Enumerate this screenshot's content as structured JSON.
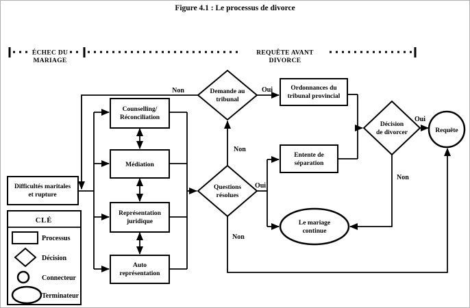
{
  "figure": {
    "title": "Figure 4.1 : Le processus de divorce"
  },
  "phases": {
    "echec": {
      "line1": "ÉCHEC DU",
      "line2": "MARIAGE"
    },
    "requete": {
      "line1": "REQUÊTE AVANT",
      "line2": "DIVORCE"
    }
  },
  "nodes": {
    "counselling": {
      "type": "process",
      "line1": "Counselling/",
      "line2": "Réconciliation"
    },
    "mediation": {
      "type": "process",
      "line1": "Médiation",
      "line2": ""
    },
    "representation": {
      "type": "process",
      "line1": "Représentation",
      "line2": "juridique"
    },
    "auto_representation": {
      "type": "process",
      "line1": "Auto",
      "line2": "représentation"
    },
    "difficultes": {
      "type": "process",
      "line1": "Difficultés maritales",
      "line2": "et rupture"
    },
    "demande_tribunal": {
      "type": "decision",
      "line1": "Demande au",
      "line2": "tribunal"
    },
    "questions_resolues": {
      "type": "decision",
      "line1": "Questions",
      "line2": "résolues"
    },
    "ordonnances": {
      "type": "process",
      "line1": "Ordonnances du",
      "line2": "tribunal provincial"
    },
    "entente": {
      "type": "process",
      "line1": "Entente de",
      "line2": "séparation"
    },
    "decision_divorcer": {
      "type": "decision",
      "line1": "Décision",
      "line2": "de divorcer"
    },
    "requete_connecteur": {
      "type": "connector",
      "line1": "Requête"
    },
    "mariage_continue": {
      "type": "terminator",
      "line1": "Le mariage",
      "line2": "continue"
    }
  },
  "edge_labels": {
    "demande_non": "Non",
    "demande_oui": "Oui",
    "questions_non_up": "Non",
    "questions_oui": "Oui",
    "questions_non_down": "Non",
    "decision_oui": "Oui",
    "decision_non": "Non"
  },
  "legend": {
    "title": "CLÉ",
    "items": [
      {
        "symbol": "process-rect",
        "label": "Processus"
      },
      {
        "symbol": "decision-diamond",
        "label": "Décision"
      },
      {
        "symbol": "connector-circle",
        "label": "Connecteur"
      },
      {
        "symbol": "terminator-ellipse",
        "label": "Terminateur"
      }
    ]
  },
  "colors": {
    "line": "#000000",
    "background": "#ffffff"
  }
}
